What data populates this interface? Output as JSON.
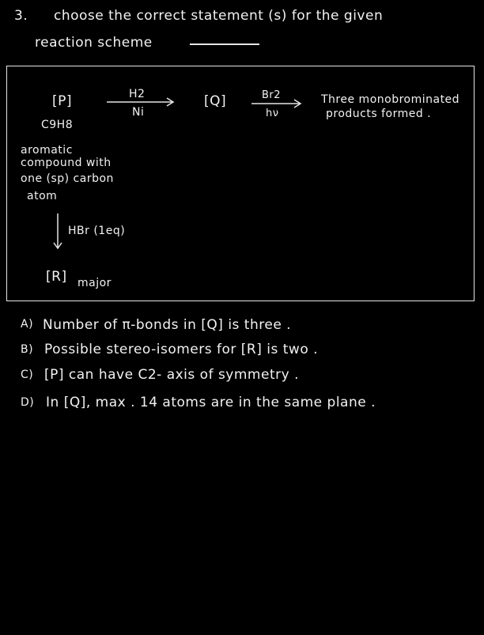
{
  "question": {
    "number": "3.",
    "line1": "choose  the  correct  statement (s)  for  the  given",
    "line2": "reaction   scheme"
  },
  "scheme": {
    "P": {
      "label": "[P]",
      "formula": "C9H8",
      "description": [
        "aromatic",
        "compound with",
        "one (sp) carbon",
        "atom"
      ]
    },
    "step1": {
      "reagent_top": "H2",
      "reagent_bottom": "Ni"
    },
    "Q": {
      "label": "[Q]"
    },
    "step2": {
      "reagent_top": "Br2",
      "reagent_bottom": "hν"
    },
    "result": [
      "Three  monobrominated",
      "products  formed ."
    ],
    "step3": {
      "reagent": "HBr (1eq)"
    },
    "R": {
      "label": "[R]",
      "note": "major"
    }
  },
  "options": [
    {
      "letter": "A)",
      "text": "Number of  π-bonds   in   [Q]  is   three ."
    },
    {
      "letter": "B)",
      "text": "Possible   stereo-isomers  for  [R]  is   two ."
    },
    {
      "letter": "C)",
      "text": "[P]   can   have   C2- axis  of  symmetry ."
    },
    {
      "letter": "D)",
      "text": "In   [Q],  max . 14  atoms  are   in   the  same  plane ."
    }
  ]
}
